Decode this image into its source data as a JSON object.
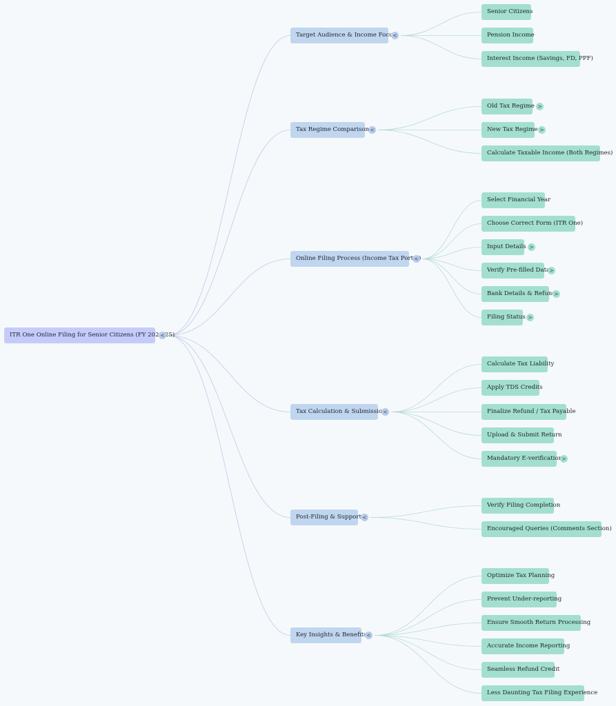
{
  "root": {
    "label": "ITR One Online Filing for Senior Citizens (FY 2024-25)",
    "toggle": "<"
  },
  "branches": [
    {
      "label": "Target Audience & Income Focus",
      "toggle": "<",
      "children": [
        {
          "label": "Senior Citizens"
        },
        {
          "label": "Pension Income"
        },
        {
          "label": "Interest Income (Savings, FD, PPF)"
        }
      ]
    },
    {
      "label": "Tax Regime Comparison",
      "toggle": "<",
      "children": [
        {
          "label": "Old Tax Regime",
          "toggle": ">"
        },
        {
          "label": "New Tax Regime",
          "toggle": ">"
        },
        {
          "label": "Calculate Taxable Income (Both Regimes)"
        }
      ]
    },
    {
      "label": "Online Filing Process (Income Tax Portal)",
      "toggle": "<",
      "children": [
        {
          "label": "Select Financial Year"
        },
        {
          "label": "Choose Correct Form (ITR One)"
        },
        {
          "label": "Input Details",
          "toggle": ">"
        },
        {
          "label": "Verify Pre-filled Data",
          "toggle": ">"
        },
        {
          "label": "Bank Details & Refund",
          "toggle": ">"
        },
        {
          "label": "Filing Status",
          "toggle": ">"
        }
      ]
    },
    {
      "label": "Tax Calculation & Submission",
      "toggle": "<",
      "children": [
        {
          "label": "Calculate Tax Liability"
        },
        {
          "label": "Apply TDS Credits"
        },
        {
          "label": "Finalize Refund / Tax Payable"
        },
        {
          "label": "Upload & Submit Return"
        },
        {
          "label": "Mandatory E-verification",
          "toggle": ">"
        }
      ]
    },
    {
      "label": "Post-Filing & Support",
      "toggle": "<",
      "children": [
        {
          "label": "Verify Filing Completion"
        },
        {
          "label": "Encouraged Queries (Comments Section)"
        }
      ]
    },
    {
      "label": "Key Insights & Benefits",
      "toggle": "<",
      "children": [
        {
          "label": "Optimize Tax Planning"
        },
        {
          "label": "Prevent Under-reporting"
        },
        {
          "label": "Ensure Smooth Return Processing"
        },
        {
          "label": "Accurate Income Reporting"
        },
        {
          "label": "Seamless Refund Credit"
        },
        {
          "label": "Less Daunting Tax Filing Experience"
        }
      ]
    }
  ]
}
